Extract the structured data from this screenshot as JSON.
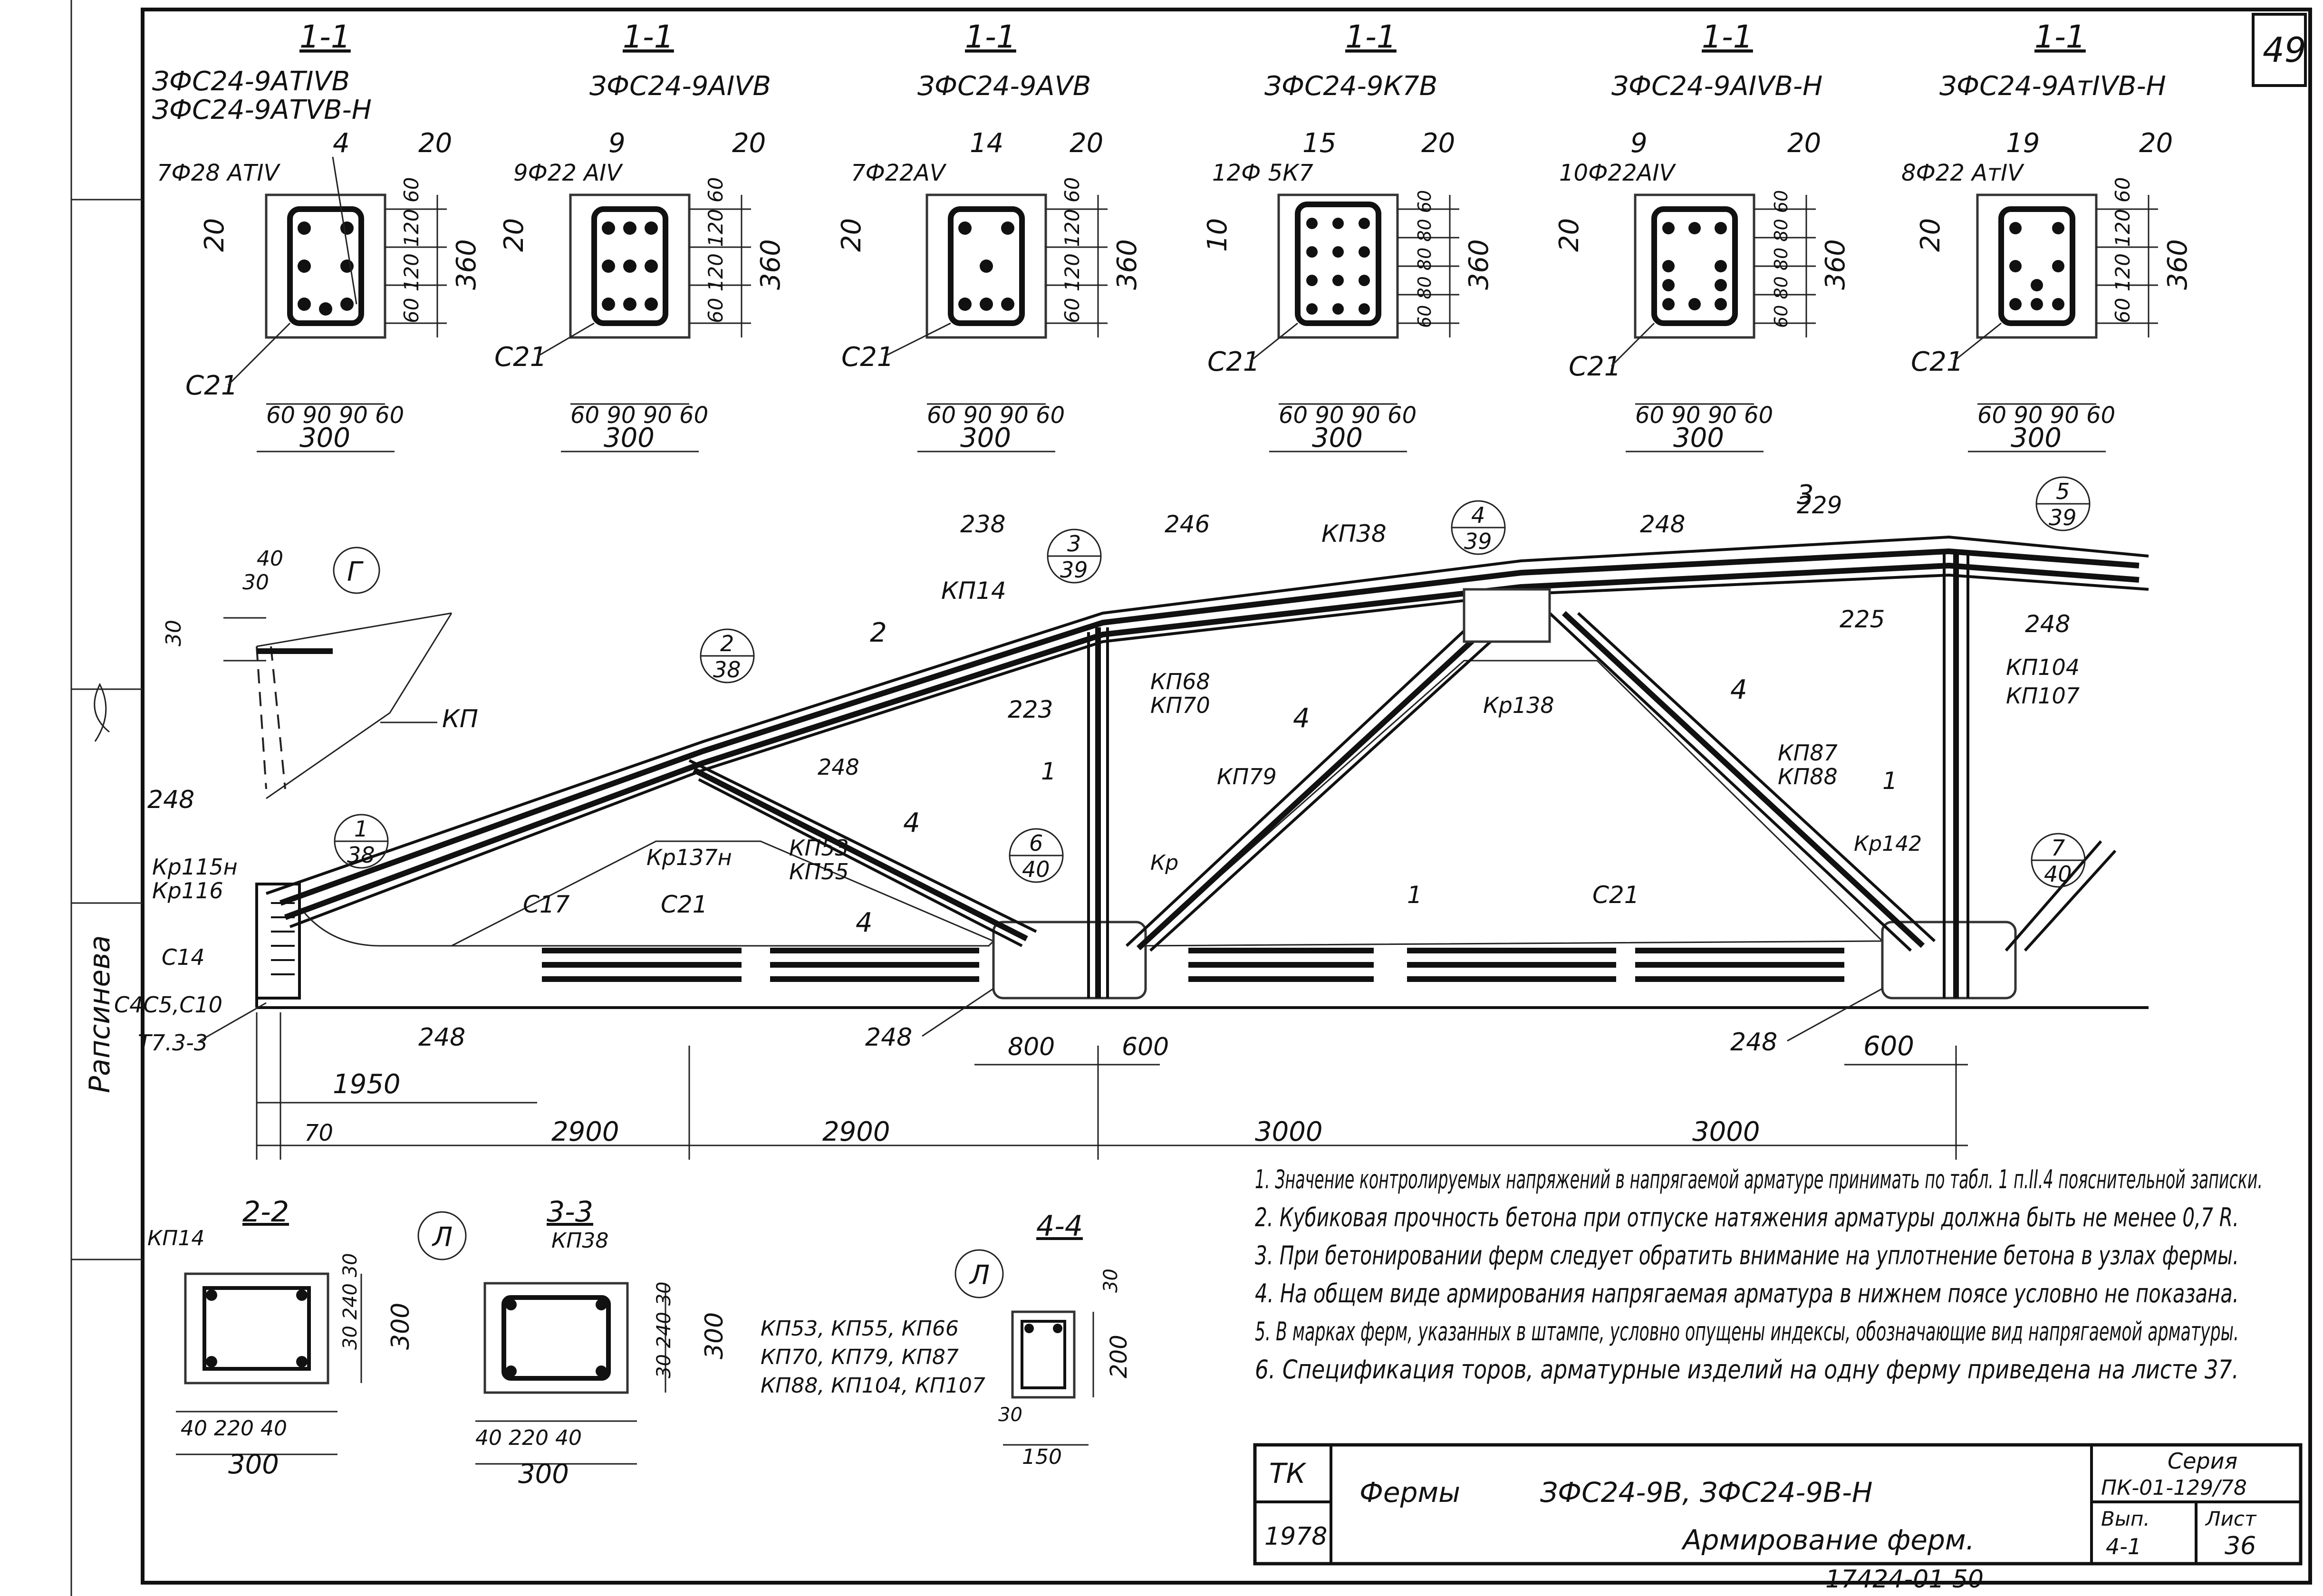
{
  "sheet": {
    "page_number": "49",
    "left_margin_text": "Рапсинева",
    "bottom_right": "17424-01   50"
  },
  "sections": [
    {
      "title": "1-1",
      "names": [
        "ЗФС24-9АТIVВ",
        "ЗФС24-9АТVВ-Н"
      ],
      "bar_pos": "4",
      "bar_desc": "7Ф28 АТIV",
      "cover_right": "20",
      "cover_top": "20",
      "dims_v": [
        "60",
        "120",
        "120",
        "60"
      ],
      "height": "360",
      "stirrup": "С21",
      "dims_h": [
        "60",
        "90",
        "90",
        "60"
      ],
      "width": "300"
    },
    {
      "title": "1-1",
      "names": [
        "ЗФС24-9АIVВ"
      ],
      "bar_pos": "9",
      "bar_desc": "9Ф22 АIV",
      "cover_right": "20",
      "cover_top": "20",
      "dims_v": [
        "60",
        "120",
        "120",
        "60"
      ],
      "height": "360",
      "stirrup": "С21",
      "dims_h": [
        "60",
        "90",
        "90",
        "60"
      ],
      "width": "300"
    },
    {
      "title": "1-1",
      "names": [
        "ЗФС24-9АVВ"
      ],
      "bar_pos": "14",
      "bar_desc": "7Ф22АV",
      "cover_right": "20",
      "cover_top": "20",
      "dims_v": [
        "60",
        "120",
        "120",
        "60"
      ],
      "height": "360",
      "stirrup": "С21",
      "dims_h": [
        "60",
        "90",
        "90",
        "60"
      ],
      "width": "300"
    },
    {
      "title": "1-1",
      "names": [
        "ЗФС24-9К7В"
      ],
      "bar_pos": "15",
      "bar_desc": "12Ф 5К7",
      "cover_right": "20",
      "cover_top": "10",
      "dims_v": [
        "60",
        "80",
        "80",
        "80",
        "60"
      ],
      "height": "360",
      "stirrup": "С21",
      "dims_h": [
        "60",
        "90",
        "90",
        "60"
      ],
      "width": "300"
    },
    {
      "title": "1-1",
      "names": [
        "ЗФС24-9АIVВ-Н"
      ],
      "bar_pos": "9",
      "bar_desc": "10Ф22АIV",
      "cover_right": "20",
      "cover_top": "20",
      "dims_v": [
        "60",
        "80",
        "80",
        "80",
        "60"
      ],
      "height": "360",
      "stirrup": "С21",
      "dims_h": [
        "60",
        "90",
        "90",
        "60"
      ],
      "width": "300"
    },
    {
      "title": "1-1",
      "names": [
        "ЗФС24-9АтIVВ-Н"
      ],
      "bar_pos": "19",
      "bar_desc": "8Ф22 АтIV",
      "cover_right": "20",
      "cover_top": "20",
      "dims_v": [
        "60",
        "120",
        "120",
        "60"
      ],
      "height": "360",
      "stirrup": "С21",
      "dims_h": [
        "60",
        "90",
        "90",
        "60"
      ],
      "width": "300"
    }
  ],
  "truss_labels": {
    "detail_G": "Г",
    "dim_40": "40",
    "dim_30": "30",
    "dim_30v": "30",
    "kp": "КП",
    "l248a": "248",
    "kp115": "Кр115н",
    "kp116": "Кр116",
    "c14": "С14",
    "c4c5": "С4С5,С10",
    "t73": "Т7.3-3",
    "ref_1_38": [
      "1",
      "38"
    ],
    "ref_2_38": [
      "2",
      "38"
    ],
    "ref_3_39": [
      "3",
      "39"
    ],
    "ref_4_39": [
      "4",
      "39"
    ],
    "ref_5_39": [
      "5",
      "39"
    ],
    "ref_6_40": [
      "6",
      "40"
    ],
    "ref_7_40": [
      "7",
      "40"
    ],
    "l238": "238",
    "l246": "246",
    "kp14": "КП14",
    "kp38": "КП38",
    "l248b": "248",
    "l229": "229",
    "l225": "225",
    "l248c": "248",
    "kp104": "КП104",
    "kp107": "КП107",
    "kp68": "КП68",
    "kp70": "КП70",
    "l223": "223",
    "l248d": "248",
    "kp79": "КП79",
    "kp138": "Кр138",
    "kp87": "КП87",
    "kp88": "КП88",
    "kp137": "Кр137н",
    "kp53": "КП53",
    "kp55": "КП55",
    "c17": "С17",
    "c21a": "С21",
    "c21b": "С21",
    "kp142": "Кр142",
    "kp_e": "Кр",
    "l248e": "248",
    "l248f": "248",
    "l248g": "248",
    "cut2": "2",
    "cut3": "3",
    "cut4a": "4",
    "cut4b": "4",
    "cut4c": "4",
    "cut4d": "4",
    "cut1a": "1",
    "cut1b": "1",
    "cut1c": "1"
  },
  "truss_dims": {
    "d1950": "1950",
    "d70": "70",
    "d2900a": "2900",
    "d2900b": "2900",
    "d3000a": "3000",
    "d3000b": "3000",
    "d800": "800",
    "d600a": "600",
    "d600b": "600"
  },
  "small_sections": [
    {
      "title": "2-2",
      "ref": "КП14",
      "width": "300",
      "parts": [
        "40",
        "220",
        "40"
      ],
      "height": "300",
      "vparts": [
        "30",
        "240",
        "30"
      ]
    },
    {
      "title": "3-3",
      "ref": "КП38",
      "width": "300",
      "parts": [
        "40",
        "220",
        "40"
      ],
      "height": "300",
      "vparts": [
        "30",
        "240",
        "30"
      ]
    },
    {
      "title": "4-4",
      "refs": [
        "КП53, КП55, КП66",
        "КП70, КП79, КП87",
        "КП88, КП104, КП107"
      ],
      "width": "150",
      "parts": [
        "30"
      ],
      "height": "200",
      "vparts": [
        "30",
        "30"
      ]
    }
  ],
  "detail_mark": "Л",
  "notes": [
    "1. Значение контролируемых напряжений в напрягаемой арматуре принимать по табл. 1 п.II.4 пояснительной записки.",
    "2. Кубиковая прочность бетона при отпуске натяжения арматуры должна быть не менее 0,7 R.",
    "3. При бетонировании ферм следует обратить внимание на уплотнение бетона в узлах фермы.",
    "4. На общем виде армирования напрягаемая арматура в нижнем поясе условно не показана.",
    "5. В марках ферм, указанных в штампе, условно опущены индексы, обозначающие вид напрягаемой арматуры.",
    "6. Спецификация торов, арматурные изделий на одну ферму приведена на листе 37."
  ],
  "title_block": {
    "tk": "ТК",
    "year": "1978",
    "subject": "Фермы",
    "marks": "ЗФС24-9В, ЗФС24-9В-Н",
    "description": "Армирование ферм.",
    "series_label": "Серия",
    "series": "ПК-01-129/78",
    "issue_label": "Вып.",
    "issue": "4-1",
    "sheet_label": "Лист",
    "sheet": "36"
  }
}
